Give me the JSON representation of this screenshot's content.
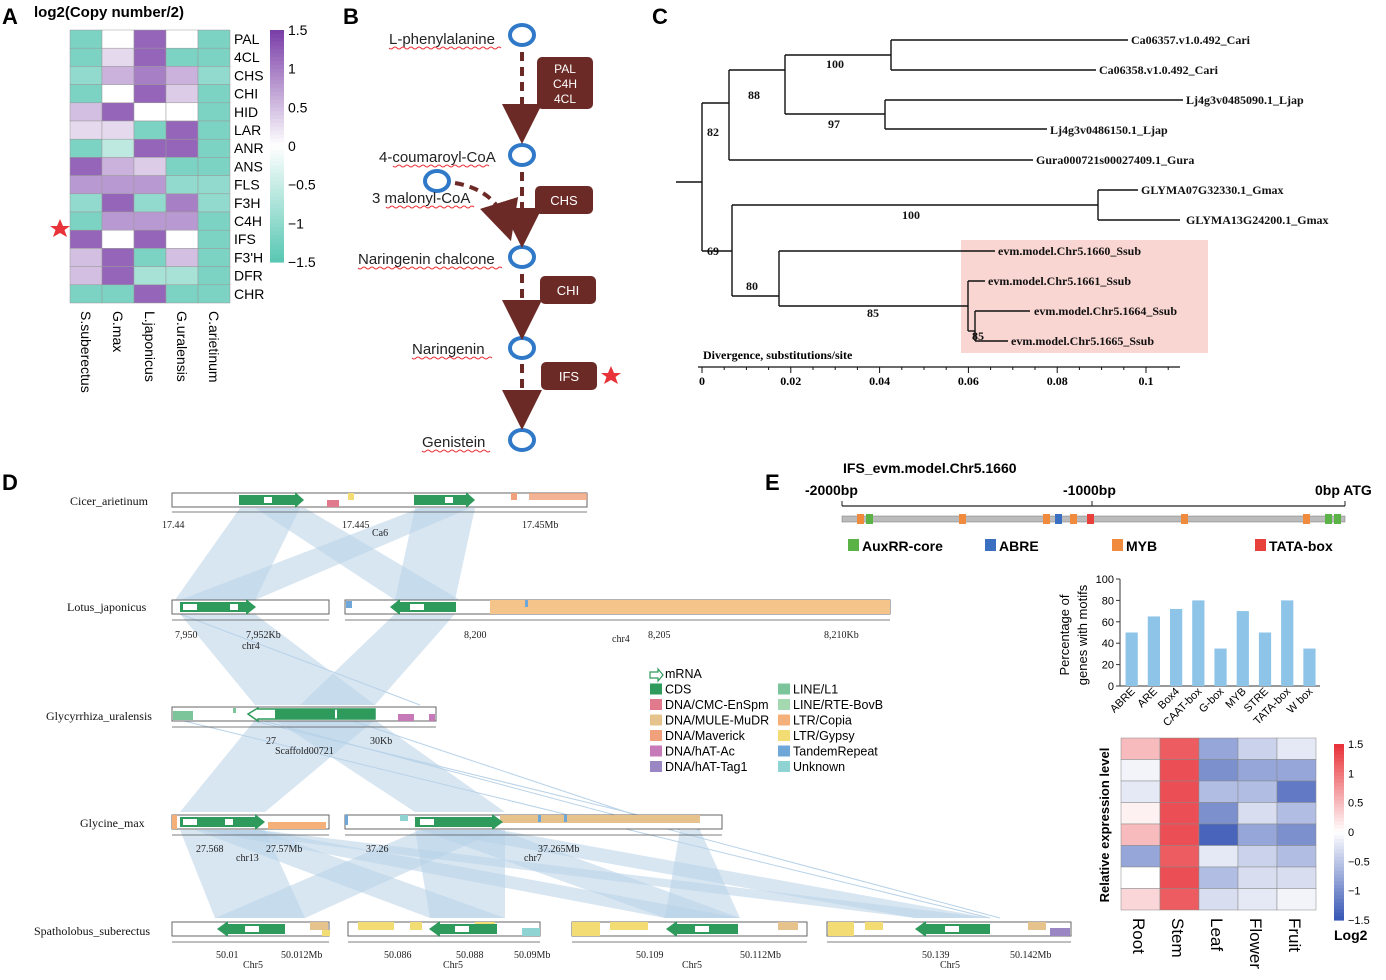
{
  "panels": {
    "A": {
      "letter": "A",
      "title": "log2(Copy number/2)",
      "rows": [
        "PAL",
        "4CL",
        "CHS",
        "CHI",
        "HID",
        "LAR",
        "ANR",
        "ANS",
        "FLS",
        "F3H",
        "C4H",
        "IFS",
        "F3'H",
        "DFR",
        "CHR"
      ],
      "cols": [
        "S.suberectus",
        "G.max",
        "L.japonicus",
        "G.uralensis",
        "C.arietinum"
      ],
      "values": [
        [
          -1.2,
          0,
          1.2,
          0,
          -1.2
        ],
        [
          -1.2,
          0.3,
          1.2,
          -1.2,
          -1.2
        ],
        [
          -1.0,
          0.6,
          1.0,
          0.6,
          -1.0
        ],
        [
          -1.2,
          0.0,
          1.2,
          0.4,
          -1.2
        ],
        [
          0.5,
          1.2,
          0.0,
          0.0,
          -1.2
        ],
        [
          0.3,
          0.3,
          -1.2,
          1.2,
          -1.2
        ],
        [
          -1.2,
          -0.6,
          1.2,
          1.2,
          -1.2
        ],
        [
          1.2,
          0.6,
          0.4,
          -1.2,
          -1.2
        ],
        [
          0.8,
          0.8,
          0.8,
          -1.0,
          -1.0
        ],
        [
          -1.0,
          1.2,
          -1.0,
          1.0,
          -1.0
        ],
        [
          -1.2,
          0.8,
          0.8,
          0.8,
          -1.2
        ],
        [
          1.2,
          0.0,
          1.2,
          0.0,
          -1.2
        ],
        [
          0.5,
          1.2,
          -1.2,
          0.5,
          -1.2
        ],
        [
          0.5,
          1.2,
          -0.8,
          -0.8,
          -1.2
        ],
        [
          -1.2,
          -1.2,
          1.2,
          -1.2,
          -1.2
        ]
      ],
      "scale_ticks": [
        "1.5",
        "1",
        "0.5",
        "0",
        "−0.5",
        "−1",
        "−1.5"
      ],
      "scale_values": [
        1.5,
        1,
        0.5,
        0,
        -0.5,
        -1,
        -1.5
      ],
      "low_color": "#5bc8b4",
      "mid_color": "#ffffff",
      "high_color": "#7b3fa8",
      "star_row": "IFS"
    },
    "B": {
      "letter": "B",
      "compounds": [
        "L-phenylalanine",
        "4-coumaroyl-CoA",
        "3 malonyl-CoA",
        "Naringenin chalcone",
        "Naringenin",
        "Genistein"
      ],
      "enzymes": [
        {
          "lines": [
            "PAL",
            "C4H",
            "4CL"
          ]
        },
        {
          "lines": [
            "CHS"
          ]
        },
        {
          "lines": [
            "CHI"
          ]
        },
        {
          "lines": [
            "IFS"
          ]
        }
      ],
      "enzyme_color": "#6b2a26",
      "arrow_color": "#6b2a26",
      "node_color": "#2f79c8"
    },
    "C": {
      "letter": "C",
      "taxa": [
        "Ca06357.v1.0.492_Cari",
        "Ca06358.v1.0.492_Cari",
        "Lj4g3v0485090.1_Ljap",
        "Lj4g3v0486150.1_Ljap",
        "Gura000721s00027409.1_Gura",
        "GLYMA07G32330.1_Gmax",
        "GLYMA13G24200.1_Gmax",
        "evm.model.Chr5.1660_Ssub",
        "evm.model.Chr5.1661_Ssub",
        "evm.model.Chr5.1664_Ssub",
        "evm.model.Chr5.1665_Ssub"
      ],
      "bootstrap": [
        "100",
        "88",
        "97",
        "82",
        "100",
        "69",
        "80",
        "85",
        "85"
      ],
      "axis_title": "Divergence, substitutions/site",
      "axis_ticks": [
        "0",
        "0.02",
        "0.04",
        "0.06",
        "0.08",
        "0.1"
      ],
      "axis_values": [
        0,
        0.02,
        0.04,
        0.06,
        0.08,
        0.1
      ],
      "highlight_color": "#f9d6d2"
    },
    "D": {
      "letter": "D",
      "species": [
        "Cicer_arietinum",
        "Lotus_japonicus",
        "Glycyrrhiza_uralensis",
        "Glycine_max",
        "Spatholobus_suberectus"
      ],
      "tracks": {
        "cicer": {
          "ticks": [
            "17.44",
            "17.445",
            "17.45Mb"
          ],
          "chrom": "Ca6"
        },
        "lotus": {
          "ticks": [
            "7,950",
            "7,952Kb",
            "8,200",
            "8,205",
            "8,210Kb"
          ],
          "chrom1": "chr4",
          "chrom2": "chr4"
        },
        "glycyrrhiza": {
          "ticks": [
            "27",
            "30Kb"
          ],
          "chrom": "Scaffold00721"
        },
        "glycine": {
          "ticks": [
            "27.568",
            "27.57Mb",
            "37.26",
            "37.265Mb"
          ],
          "chrom1": "chr13",
          "chrom2": "chr7"
        },
        "spatholobus": {
          "ticks": [
            "50.01",
            "50.012Mb",
            "50.086",
            "50.088",
            "50.09Mb",
            "50.109",
            "50.112Mb",
            "50.139",
            "50.142Mb"
          ],
          "chrom": "Chr5"
        }
      },
      "legend": [
        {
          "label": "mRNA",
          "color": "#2e9a5c",
          "kind": "arrow"
        },
        {
          "label": "CDS",
          "color": "#2e9a5c"
        },
        {
          "label": "DNA/CMC-EnSpm",
          "color": "#e07a8c"
        },
        {
          "label": "DNA/MULE-MuDR",
          "color": "#e6c38c"
        },
        {
          "label": "DNA/Maverick",
          "color": "#f0a07a"
        },
        {
          "label": "DNA/hAT-Ac",
          "color": "#c77ab8"
        },
        {
          "label": "DNA/hAT-Tag1",
          "color": "#9b86c4"
        },
        {
          "label": "LINE/L1",
          "color": "#7cc49a"
        },
        {
          "label": "LINE/RTE-BovB",
          "color": "#a4d8b0"
        },
        {
          "label": "LTR/Copia",
          "color": "#f5b07a"
        },
        {
          "label": "LTR/Gypsy",
          "color": "#f3dc74"
        },
        {
          "label": "TandemRepeat",
          "color": "#6fa8d8"
        },
        {
          "label": "Unknown",
          "color": "#8fd3d3"
        }
      ],
      "ribbon_color": "#b8d2e8"
    },
    "E": {
      "letter": "E",
      "promoter_title": "IFS_evm.model.Chr5.1660",
      "promoter_ticks": [
        "-2000bp",
        "-1000bp",
        "0bp ATG"
      ],
      "motif_legend": [
        {
          "label": "AuxRR-core",
          "color": "#5bb347"
        },
        {
          "label": "ABRE",
          "color": "#3a6fc2"
        },
        {
          "label": "MYB",
          "color": "#f08a3c"
        },
        {
          "label": "TATA-box",
          "color": "#e8413c"
        }
      ],
      "bar_chart": {
        "type": "bar",
        "categories": [
          "ABRE",
          "ARE",
          "Box4",
          "CAAT-box",
          "G-box",
          "MYB",
          "STRE",
          "TATA-box",
          "W box"
        ],
        "values": [
          50,
          65,
          72,
          80,
          35,
          70,
          50,
          80,
          35
        ],
        "ylabel": "Percentage of genes with motifs",
        "ylim": [
          0,
          100
        ],
        "yticks": [
          "0",
          "20",
          "40",
          "60",
          "80",
          "100"
        ],
        "color": "#8dc4e8"
      },
      "expression_heatmap": {
        "type": "heatmap",
        "cols": [
          "Root",
          "Stem",
          "Leaf",
          "Flower",
          "Fruit"
        ],
        "ylabel": "Relative expression level",
        "values": [
          [
            0.5,
            1.2,
            -0.8,
            -0.4,
            -0.2
          ],
          [
            -0.1,
            1.3,
            -1.0,
            -0.8,
            -0.8
          ],
          [
            -0.2,
            1.3,
            -0.6,
            -0.6,
            -1.2
          ],
          [
            0.1,
            1.3,
            -1.0,
            -0.3,
            -0.6
          ],
          [
            0.5,
            1.3,
            -1.4,
            -0.8,
            -1.0
          ],
          [
            -0.8,
            1.2,
            -0.2,
            -0.4,
            -0.6
          ],
          [
            0.0,
            1.3,
            -0.6,
            -0.3,
            -0.3
          ],
          [
            0.3,
            1.2,
            -0.3,
            -0.2,
            -0.1
          ]
        ],
        "scale_ticks": [
          "1.5",
          "1",
          "0.5",
          "0",
          "−0.5",
          "−1",
          "−1.5"
        ],
        "scale_values": [
          1.5,
          1,
          0.5,
          0,
          -0.5,
          -1,
          -1.5
        ],
        "scale_label": "Log2",
        "low_color": "#3b59b6",
        "mid_color": "#ffffff",
        "high_color": "#e8333a"
      }
    }
  }
}
